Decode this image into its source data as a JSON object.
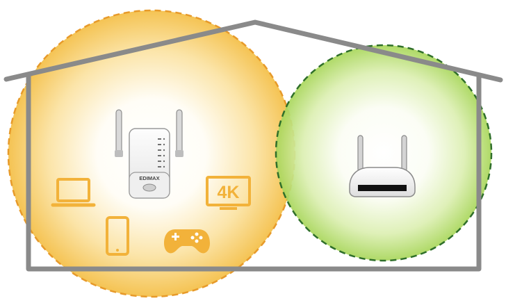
{
  "diagram": {
    "extender": {
      "brand": "EDIMAX"
    },
    "tv_badge": "4K",
    "colors": {
      "house_outline": "#8a8a8a",
      "extender_coverage": "#f5c242",
      "extender_coverage_border": "#e8a030",
      "router_coverage": "#9fd04a",
      "router_coverage_border": "#2f6f2a",
      "device_icons": "#f2b23a"
    },
    "icons": [
      "laptop-icon",
      "smartphone-icon",
      "game-controller-icon",
      "tv-4k-icon",
      "wifi-extender-icon",
      "wifi-router-icon",
      "house-outline"
    ]
  }
}
